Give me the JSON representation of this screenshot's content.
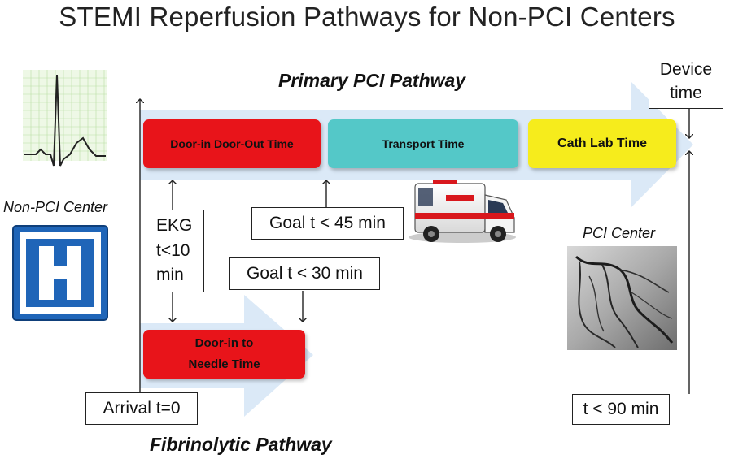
{
  "title": "STEMI Reperfusion Pathways for Non-PCI Centers",
  "primary_pathway": {
    "title": "Primary PCI Pathway",
    "segments": [
      {
        "label": "Door-in Door-Out Time",
        "color": "#e8141a",
        "text_color": "#1a1a1a"
      },
      {
        "label": "Transport Time",
        "color": "#54c8c8",
        "text_color": "#1a1a1a"
      },
      {
        "label": "Cath Lab Time",
        "color": "#f6ec1c",
        "text_color": "#1a1a1a"
      }
    ],
    "goal_45": "Goal t < 45 min",
    "device_time": "Device time"
  },
  "fibrinolytic_pathway": {
    "title": "Fibrinolytic Pathway",
    "segment_label": "Door-in to Needle Time",
    "segment_color": "#e8141a",
    "goal_30": "Goal t < 30 min"
  },
  "ekg_box": "EKG t<10 min",
  "arrival": "Arrival t=0",
  "total_goal": "t < 90 min",
  "non_pci_center": "Non-PCI Center",
  "pci_center": "PCI Center",
  "colors": {
    "arrow_fill": "#dbe9f7",
    "hospital_blue": "#1f65b8"
  }
}
